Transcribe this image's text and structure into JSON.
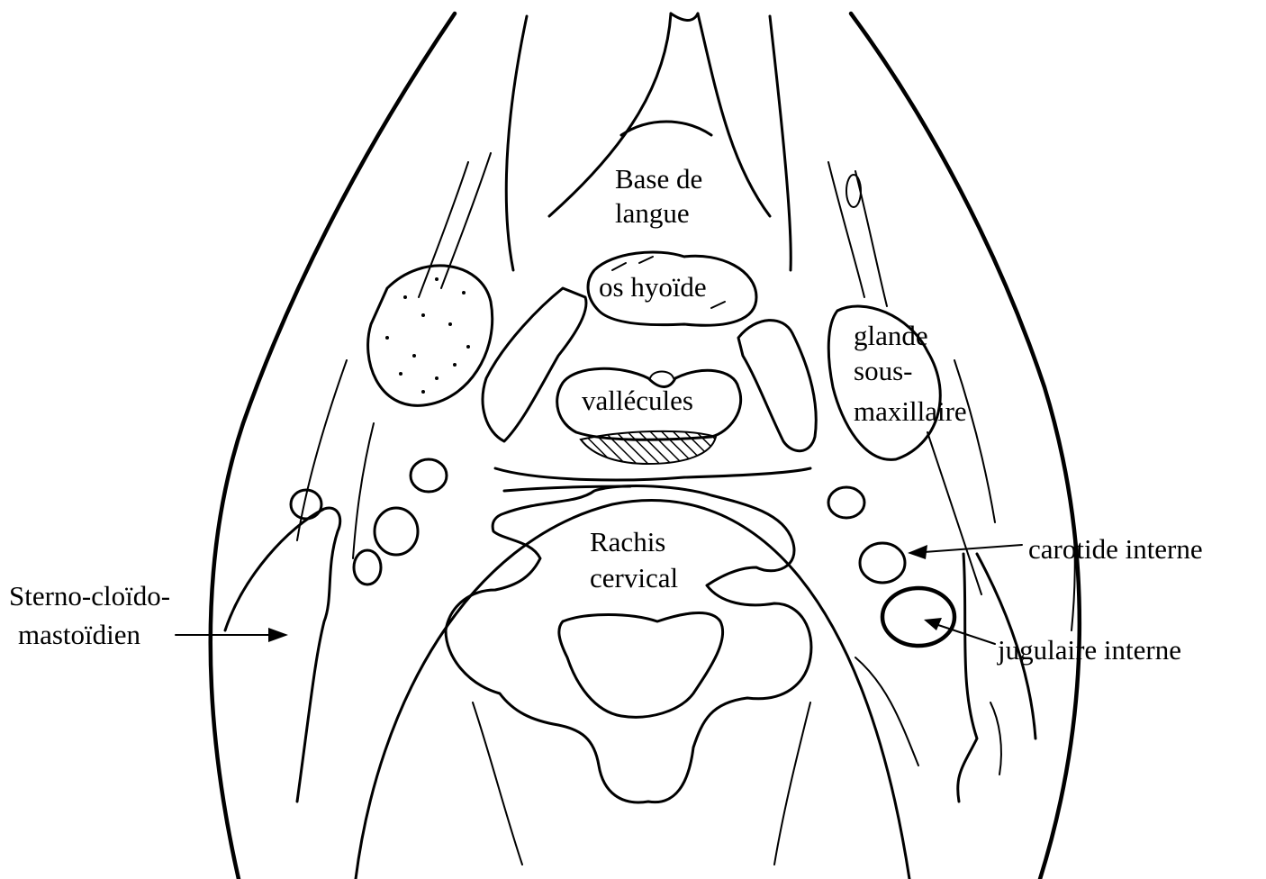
{
  "labels": {
    "base_langue_1": "Base de",
    "base_langue_2": "langue",
    "os_hyoide": "os hyoïde",
    "vallecules": "vallécules",
    "glande_1": "glande",
    "glande_2": "sous-",
    "glande_3": "maxillaire",
    "rachis_1": "Rachis",
    "rachis_2": "cervical",
    "carotide": "carotide interne",
    "jugulaire": "jugulaire interne",
    "sterno_1": "Sterno-cloïdo-",
    "sterno_2": "mastoïdien"
  },
  "colors": {
    "ink": "#000000",
    "background": "#ffffff"
  }
}
